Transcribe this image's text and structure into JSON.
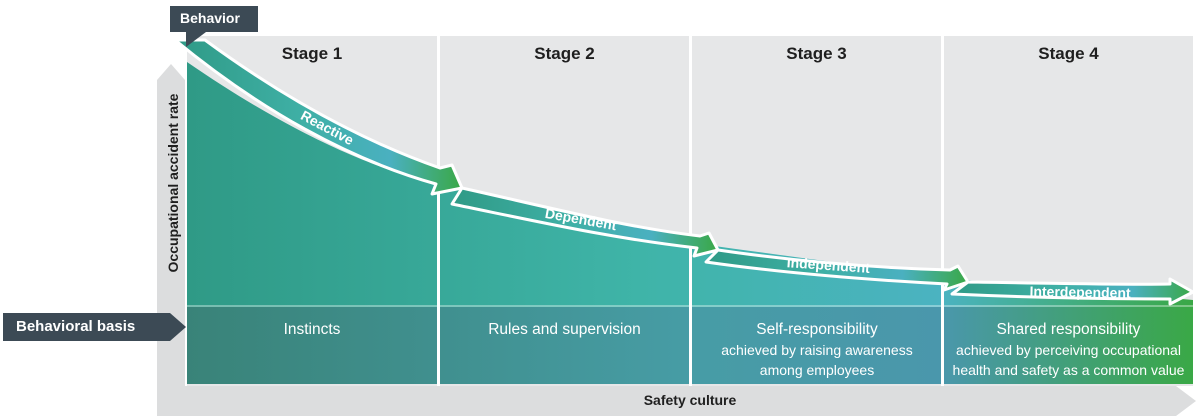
{
  "behavior_tag": "Behavior",
  "basis_tag": "Behavioral basis",
  "y_axis_label": "Occupational accident rate",
  "x_axis_label": "Safety culture",
  "stages": [
    {
      "title": "Stage 1",
      "behavior": "Reactive",
      "basis_main": "Instincts",
      "basis_sub": ""
    },
    {
      "title": "Stage 2",
      "behavior": "Dependent",
      "basis_main": "Rules and supervision",
      "basis_sub": ""
    },
    {
      "title": "Stage 3",
      "behavior": "Independent",
      "basis_main": "Self-responsibility",
      "basis_sub": "achieved by raising awareness among employees"
    },
    {
      "title": "Stage 4",
      "behavior": "Interdependent",
      "basis_main": "Shared responsibility",
      "basis_sub": "achieved by perceiving occupational health and safety as a common value"
    }
  ],
  "colors": {
    "teal_dark": "#2e8f7f",
    "teal": "#3aa894",
    "cyan": "#4ab5c0",
    "green": "#3aa846",
    "tag_bg": "#3c4a55",
    "panel_bg": "#e6e7e8"
  }
}
